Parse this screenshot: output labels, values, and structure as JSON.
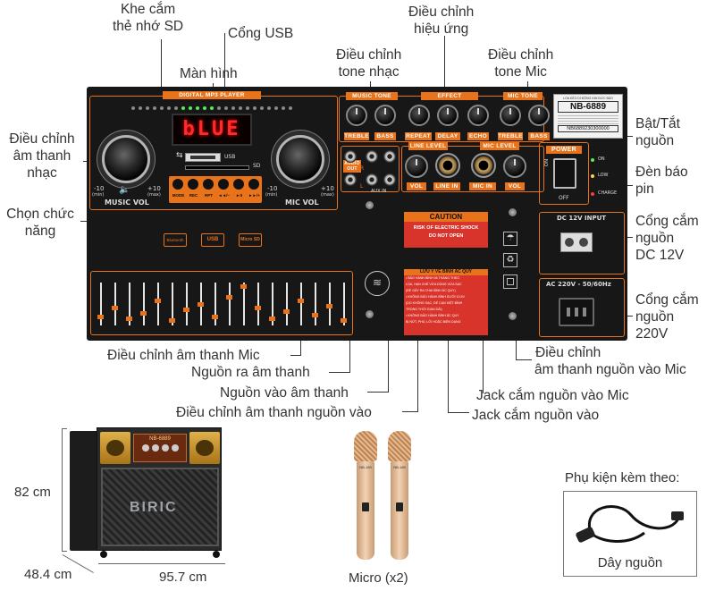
{
  "labels": {
    "sd_slot": [
      "Khe cắm",
      "thẻ nhớ SD"
    ],
    "usb_port": "Cổng USB",
    "effect_adjust": [
      "Điều chỉnh",
      "hiệu ứng"
    ],
    "screen": "Màn hình",
    "music_tone": [
      "Điều chỉnh",
      "tone nhạc"
    ],
    "mic_tone": [
      "Điều chỉnh",
      "tone Mic"
    ],
    "music_vol": [
      "Điều chỉnh",
      "âm thanh",
      "nhạc"
    ],
    "function_select": [
      "Chọn chức",
      "năng"
    ],
    "power_toggle": [
      "Bật/Tắt",
      "nguồn"
    ],
    "battery_led": [
      "Đèn báo",
      "pin"
    ],
    "dc_input": [
      "Cổng cắm",
      "nguồn",
      "DC 12V"
    ],
    "ac_input": [
      "Cổng cắm",
      "nguồn",
      "220V"
    ],
    "mic_vol": "Điều chỉnh âm thanh Mic",
    "audio_out": "Nguồn ra âm thanh",
    "aux_in": "Nguồn vào âm thanh",
    "line_vol": "Điều chỉnh âm thanh nguồn vào",
    "mic_level": [
      "Điều chỉnh",
      "âm thanh nguồn vào Mic"
    ],
    "mic_jack": "Jack cắm nguồn vào Mic",
    "line_jack": "Jack cắm nguồn vào"
  },
  "panel": {
    "player_title": "DIGITAL MP3 PLAYER",
    "display_text": "bLUE",
    "usb": "USB",
    "sd": "SD",
    "buttons": [
      "MODE",
      "REC",
      "RPT",
      "◄◄/–",
      "►II",
      "►►/+"
    ],
    "music_vol_label": "MUSIC VOL",
    "mic_vol_label": "MIC VOL",
    "vol_min": "-10",
    "vol_max": "+10",
    "vol_min_sub": "(min)",
    "vol_max_sub": "(max)",
    "badges": [
      "Bluetooth",
      "USB",
      "Micro SD"
    ],
    "music_tone": "MUSIC TONE",
    "effect": "EFFECT",
    "mic_tone": "MIC TONE",
    "treble": "TREBLE",
    "bass": "BASS",
    "repeat": "REPEAT",
    "delay": "DELAY",
    "echo": "ECHO",
    "line_level": "LINE LEVEL",
    "mic_level": "MIC LEVEL",
    "vol": "VOL",
    "line_in": "LINE IN",
    "mic_in": "MIC IN",
    "audio_out": [
      "AUDIO",
      "OUT"
    ],
    "aux_in": "AUX IN",
    "r": "R",
    "l": "L",
    "model": "NB-6889",
    "model_header": "LOA KÉO DI ĐỘNG KIM ĐỨC BẢO",
    "serial": "NB6889230300000",
    "power": "POWER",
    "on": "ON",
    "off": "OFF",
    "low": "LOW",
    "charge": "CHARGE",
    "dc_input": "DC 12V INPUT",
    "ac_input": "AC 220V - 50/60Hz",
    "caution_title": "CAUTION",
    "caution_lines": [
      "RISK OF ELECTRIC SHOCK",
      "DO NOT OPEN"
    ],
    "battery_title": "LƯU Ý VỀ BÌNH ẮC QUY",
    "battery_notes": [
      "• BẢO HÀNH BÌNH 06 THÁNG THEO",
      "LOA, HẠN CHẾ VỪA DÙNG VỪA SẠC",
      "(ĐỂ GÂY RA CHAI BÌNH ẮC QUY)",
      "• KHÔNG BẢO HÀNH BÌNH DƯỚI 10.5V",
      "(DO KHÔNG SẠC, ĐỂ CẠN KIỆT BÌNH",
      "TRONG THỜI GIAN DÀI)",
      "• KHÔNG BẢO HÀNH BÌNH ẮC QUY",
      "BỊ NỨT, PHÙ, LỒI HOẶC BIẾN DẠNG"
    ]
  },
  "dimensions": {
    "height": "82 cm",
    "depth": "48.4 cm",
    "width": "95.7 cm"
  },
  "speaker": {
    "brand": "BIRIC",
    "display": "NB-6889"
  },
  "micro_label": "Micro (x2)",
  "mic_model": "NB-189",
  "accessory_title": "Phụ kiện kèm theo:",
  "accessory_item": "Dây nguồn",
  "colors": {
    "accent": "#e8731a",
    "panel": "#171717",
    "display_red": "#ff2a2a",
    "caution_red": "#d9342b"
  }
}
